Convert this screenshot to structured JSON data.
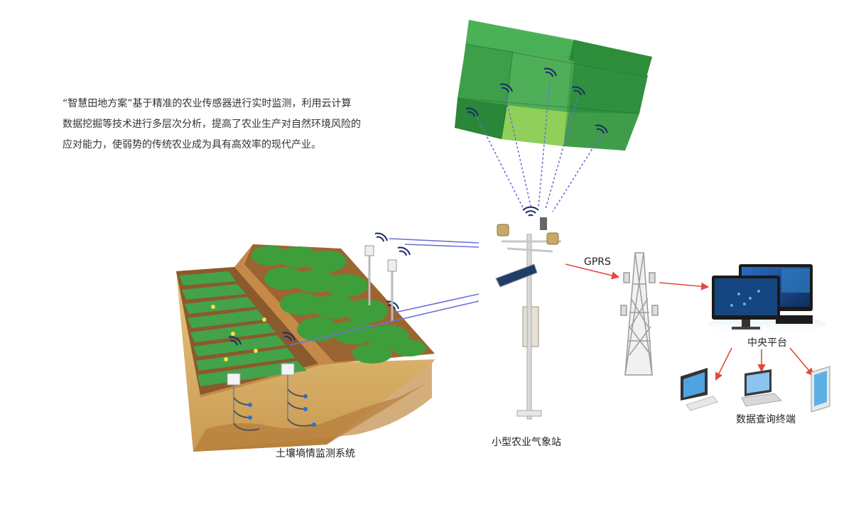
{
  "description": {
    "lines": [
      "“智慧田地方案”基于精准的农业传感器进行实时监测，利用云计算",
      "数据挖掘等技术进行多层次分析，提高了农业生产对自然环境风险的",
      "应对能力，使弱势的传统农业成为具有高效率的现代产业。"
    ]
  },
  "labels": {
    "soil_system": "土壤墒情监测系统",
    "weather_station": "小型农业气象站",
    "gprs": "GPRS",
    "central_platform": "中央平台",
    "query_terminal": "数据查询终端"
  },
  "colors": {
    "field_green": "#2f9a3a",
    "soil_brown": "#b77a3c",
    "link_blue": "#6f6fd8",
    "link_red": "#e24a3b",
    "screen_blue": "#1f4f8f"
  },
  "icons": [
    "wifi-signal-icon",
    "aerial-field-image",
    "soil-sensor-icon",
    "weather-station-icon",
    "gprs-tower-icon",
    "desktop-monitor-icon",
    "laptop-icon",
    "tablet-icon"
  ]
}
